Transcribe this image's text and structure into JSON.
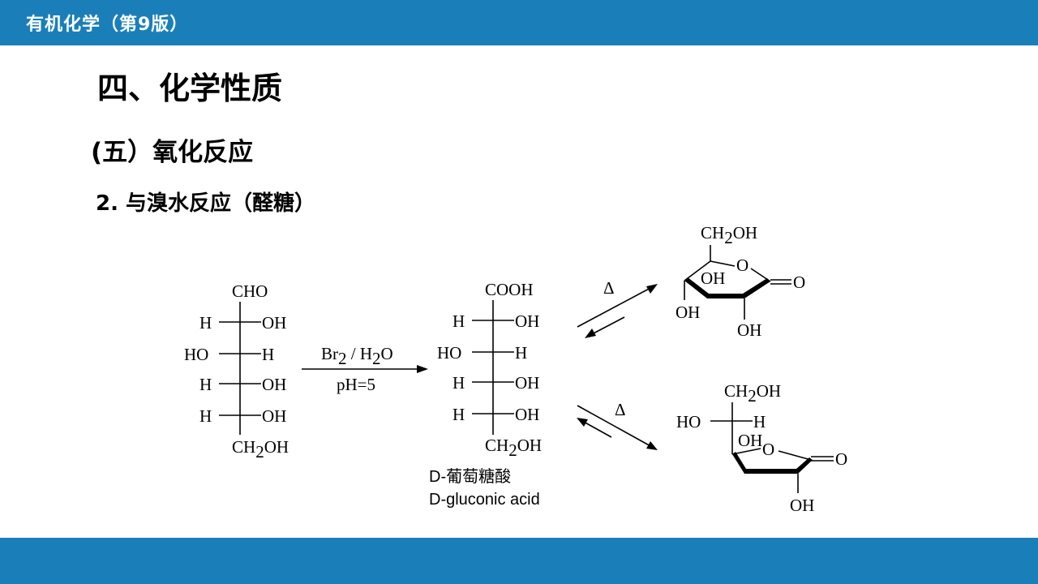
{
  "header": {
    "title": "有机化学（第9版）"
  },
  "section": {
    "heading": "四、化学性质",
    "subheading": "(五）氧化反应",
    "topic": "2. 与溴水反应（醛糖）"
  },
  "scheme": {
    "glucose": {
      "top": "CHO",
      "rows": [
        {
          "left": "H",
          "right": "OH"
        },
        {
          "left": "HO",
          "right": "H"
        },
        {
          "left": "H",
          "right": "OH"
        },
        {
          "left": "H",
          "right": "OH"
        }
      ],
      "bottom_ch2": "CH",
      "bottom_sub": "2",
      "bottom_oh": "OH"
    },
    "reagent": {
      "br": "Br",
      "br_sub": "2",
      "sep": " / H",
      "h2o_sub": "2",
      "o": "O",
      "conditions": "pH=5"
    },
    "gluconic": {
      "top": "COOH",
      "rows": [
        {
          "left": "H",
          "right": "OH"
        },
        {
          "left": "HO",
          "right": "H"
        },
        {
          "left": "H",
          "right": "OH"
        },
        {
          "left": "H",
          "right": "OH"
        }
      ],
      "bottom_ch2": "CH",
      "bottom_sub": "2",
      "bottom_oh": "OH",
      "name_cn": "D-葡萄糖酸",
      "name_en": "D-gluconic acid"
    },
    "heat_symbol": "Δ",
    "delta_lactone": {
      "ch2": "CH",
      "sub": "2",
      "oh_top": "OH",
      "ring_o": "O",
      "carbonyl_o": "O",
      "oh_upper": "OH",
      "oh_left": "OH",
      "oh_bottom": "OH"
    },
    "gamma_lactone": {
      "ch2": "CH",
      "sub": "2",
      "oh_top": "OH",
      "ho_left": "HO",
      "h_right": "H",
      "oh_upper": "OH",
      "ring_o": "O",
      "carbonyl_o": "O",
      "oh_bottom": "OH"
    }
  }
}
